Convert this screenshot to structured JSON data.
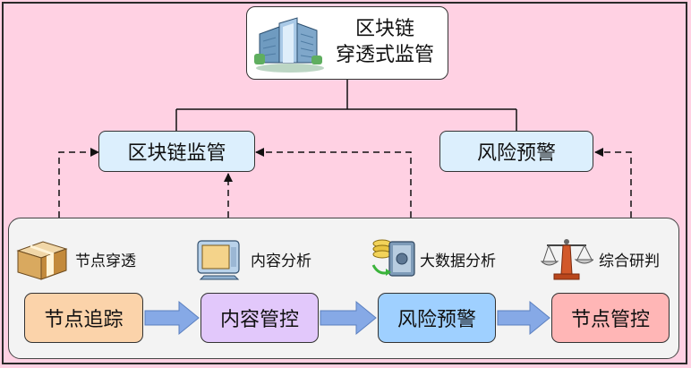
{
  "top": {
    "title_line1": "区块链",
    "title_line2": "穿透式监管"
  },
  "middle": {
    "left": "区块链监管",
    "right": "风险预警"
  },
  "functions": [
    {
      "label": "节点穿透",
      "icon": "box-icon"
    },
    {
      "label": "内容分析",
      "icon": "monitor-icon"
    },
    {
      "label": "大数据分析",
      "icon": "safe-icon"
    },
    {
      "label": "综合研判",
      "icon": "scales-icon"
    }
  ],
  "process": [
    {
      "label": "节点追踪",
      "color": "#fbd3aa"
    },
    {
      "label": "内容管控",
      "color": "#e2c8fb"
    },
    {
      "label": "风险预警",
      "color": "#9fd0ff"
    },
    {
      "label": "节点管控",
      "color": "#ffb6b6"
    }
  ],
  "colors": {
    "background": "#ffd1e3",
    "panel": "#f3f3f3",
    "node": "#dceffd",
    "flow_arrow": "#86a9e6"
  }
}
